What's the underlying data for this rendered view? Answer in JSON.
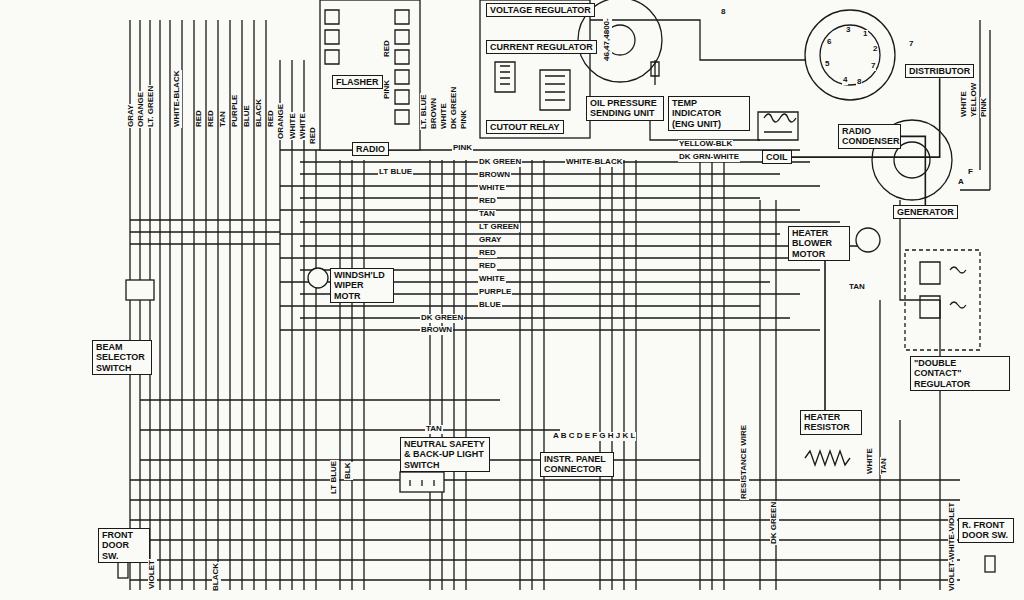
{
  "diagram": {
    "nodes": [
      {
        "text": [
          "FLASHER"
        ]
      },
      {
        "text": [
          "RADIO"
        ]
      },
      {
        "text": [
          "VOLTAGE REGULATOR"
        ]
      },
      {
        "text": [
          "CURRENT REGULATOR"
        ]
      },
      {
        "text": [
          "CUTOUT RELAY"
        ]
      },
      {
        "text": [
          "OIL PRESSURE SENDING UNIT"
        ]
      },
      {
        "text": [
          "TEMP INDICATOR (ENG UNIT)"
        ]
      },
      {
        "text": [
          "COIL"
        ]
      },
      {
        "text": [
          "RADIO CONDENSER"
        ]
      },
      {
        "text": [
          "DISTRIBUTOR"
        ]
      },
      {
        "text": [
          "GENERATOR"
        ]
      },
      {
        "text": [
          "HEATER BLOWER MOTOR"
        ]
      },
      {
        "text": [
          "\"DOUBLE CONTACT\" REGULATOR"
        ]
      },
      {
        "text": [
          "WINDSH'LD WIPER MOTR"
        ]
      },
      {
        "text": [
          "BEAM SELECTOR SWITCH"
        ]
      },
      {
        "text": [
          "NEUTRAL SAFETY & BACK-UP LIGHT SWITCH"
        ]
      },
      {
        "text": [
          "INSTR. PANEL CONNECTOR"
        ]
      },
      {
        "text": [
          "HEATER RESISTOR"
        ]
      },
      {
        "text": [
          "R. FRONT DOOR SW."
        ]
      },
      {
        "text": [
          "FRONT DOOR SW."
        ]
      }
    ],
    "edges": [
      {
        "from": 7,
        "to": 9,
        "arrow": "none"
      },
      {
        "from": 8,
        "to": 10,
        "arrow": "none"
      },
      {
        "from": 17,
        "to": 11,
        "arrow": "none"
      }
    ],
    "labels": [
      "GRAY",
      "ORANGE",
      "LT. GREEN",
      "WHITE-BLACK",
      "RED",
      "RED",
      "TAN",
      "PURPLE",
      "BLUE",
      "BLACK",
      "RED",
      "ORANGE",
      "WHITE",
      "WHITE",
      "RED",
      "RED",
      "PINK",
      "LT. BLUE",
      "BROWN",
      "WHITE",
      "DK GREEN",
      "PINK",
      "PINK",
      "DK GREEN",
      "BROWN",
      "WHITE",
      "RED",
      "TAN",
      "LT GREEN",
      "GRAY",
      "RED",
      "RED",
      "WHITE",
      "PURPLE",
      "BLUE",
      "DK GREEN",
      "BROWN",
      "WHITE-BLACK",
      "LT BLUE",
      "46,47,4800-",
      "8",
      "1",
      "2",
      "3",
      "4",
      "5",
      "6",
      "7",
      "8",
      "7",
      "YELLOW-BLK",
      "DK GRN-WHITE",
      "WHITE",
      "YELLOW",
      "PINK",
      "A",
      "F",
      "TAN",
      "TAN",
      "LT BLUE",
      "BLK",
      "A B C D E F G H J K L",
      "RESISTANCE WIRE",
      "WHITE",
      "TAN",
      "DK GREEN",
      "VIOLET-WHITE-VIOLET",
      "VIOLET",
      "BLACK"
    ]
  }
}
